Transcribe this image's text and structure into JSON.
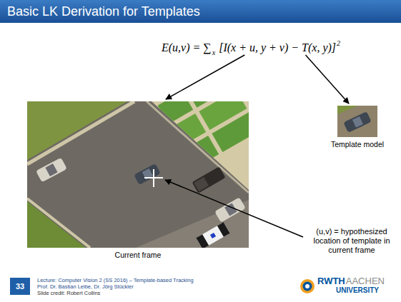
{
  "diagram": {
    "title": "Basic LK Derivation for Templates",
    "nodes": [
      {
        "text": [
          "Current frame"
        ]
      },
      {
        "text": [
          "Template model"
        ]
      }
    ],
    "labels": [
      "E(u,v) = ∑",
      "x",
      "[I(x + u, y + v) − T(x, y)]",
      "2",
      "(u,v) = hypothesized location of template in current frame",
      "33",
      "Lecture: Computer Vision 2 (SS 2016) – Template-based Tracking",
      "Prof. Dr. Bastian Leibe, Dr. Jörg Stückler",
      "Slide credit: Robert Collins",
      "RWTH",
      "AACHEN",
      "UNIVERSITY"
    ]
  }
}
